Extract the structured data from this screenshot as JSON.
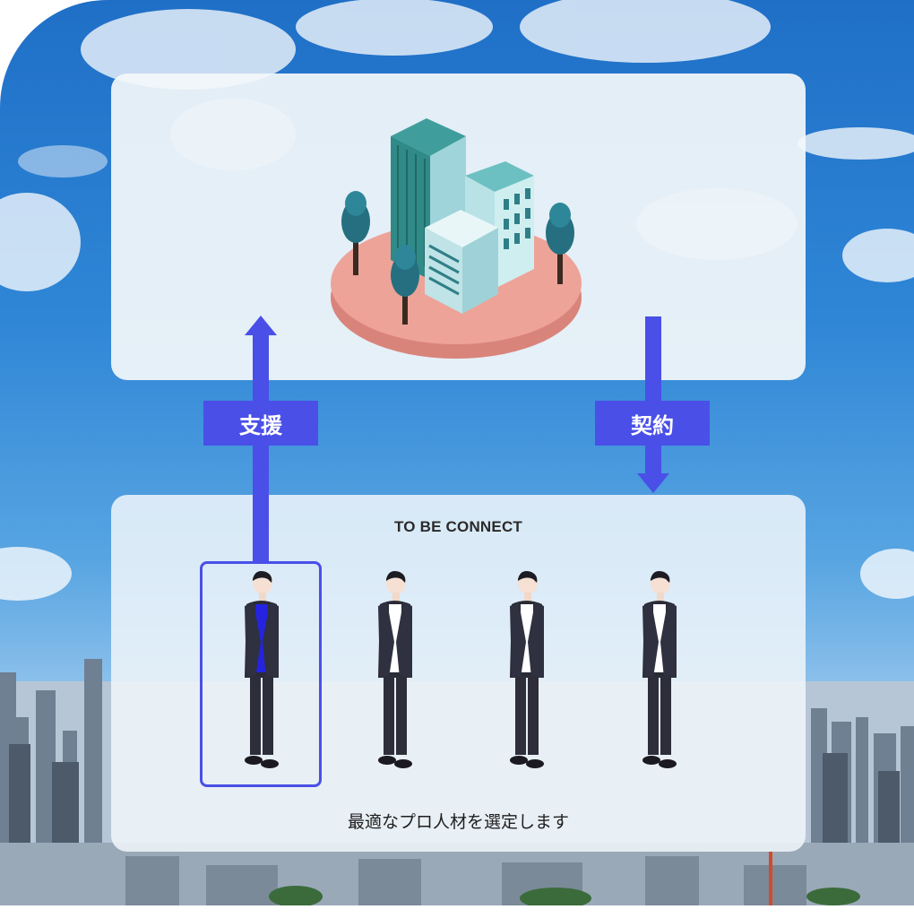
{
  "colors": {
    "accent": "#4a4fe8",
    "sky": "#2f86d6",
    "panel": "#f3f8fa",
    "highlight_shirt": "#2424e0"
  },
  "top_panel": {
    "illustration": "office-buildings-illustration"
  },
  "arrows": {
    "left": {
      "label": "支援",
      "direction": "up"
    },
    "right": {
      "label": "契約",
      "direction": "down"
    }
  },
  "bottom_panel": {
    "title": "TO BE CONNECT",
    "caption": "最適なプロ人材を選定します",
    "people_count": 4,
    "selected_index": 0
  }
}
